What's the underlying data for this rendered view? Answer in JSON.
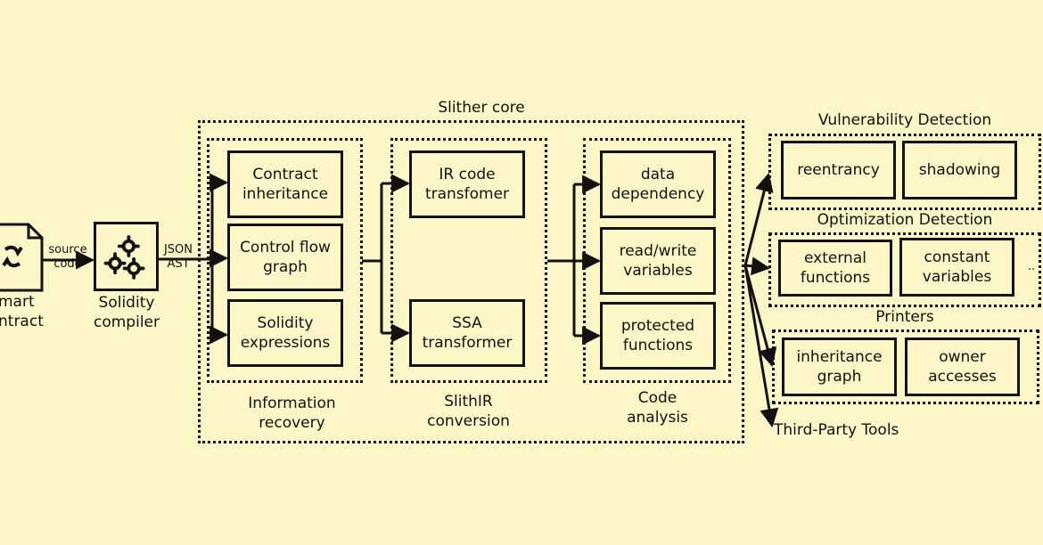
{
  "input": {
    "smart_contract_label": "mart\nntract",
    "edge_source_code": "source\ncode",
    "compiler_label": "Solidity\ncompiler",
    "edge_json_ast": "JSON\nAST"
  },
  "core": {
    "title": "Slither core",
    "information_recovery": {
      "caption": "Information\nrecovery",
      "items": [
        "Contract\ninheritance",
        "Control flow\ngraph",
        "Solidity\nexpressions"
      ]
    },
    "slithir_conversion": {
      "caption": "SlithIR\nconversion",
      "items": [
        "IR code\ntransfomer",
        "SSA\ntransformer"
      ]
    },
    "code_analysis": {
      "caption": "Code\nanalysis",
      "items": [
        "data\ndependency",
        "read/write\nvariables",
        "protected\nfunctions"
      ]
    }
  },
  "outputs": {
    "vulnerability": {
      "title": "Vulnerability Detection",
      "items": [
        "reentrancy",
        "shadowing"
      ]
    },
    "optimization": {
      "title": "Optimization Detection",
      "items": [
        "external\nfunctions",
        "constant\nvariables"
      ],
      "more": ".."
    },
    "printers": {
      "title": "Printers",
      "items": [
        "inheritance\ngraph",
        "owner\naccesses"
      ]
    },
    "third_party": "Third-Party Tools"
  },
  "colors": {
    "background": "#fdf7c8",
    "ink": "#111111"
  }
}
